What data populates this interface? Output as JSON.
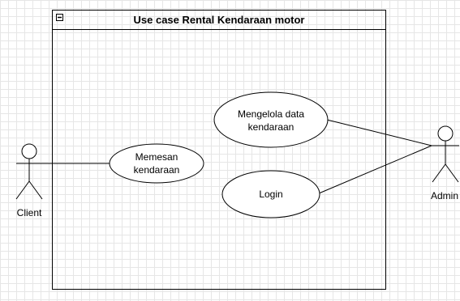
{
  "boundary": {
    "title": "Use case  Rental Kendaraan motor",
    "collapse_glyph": "⊟"
  },
  "actors": {
    "client": {
      "label": "Client"
    },
    "admin": {
      "label": "Admin"
    }
  },
  "use_cases": {
    "mengelola": {
      "line1": "Mengelola data",
      "line2": "kendaraan"
    },
    "memesan": {
      "line1": "Memesan",
      "line2": "kendaraan"
    },
    "login": {
      "label": "Login"
    }
  }
}
